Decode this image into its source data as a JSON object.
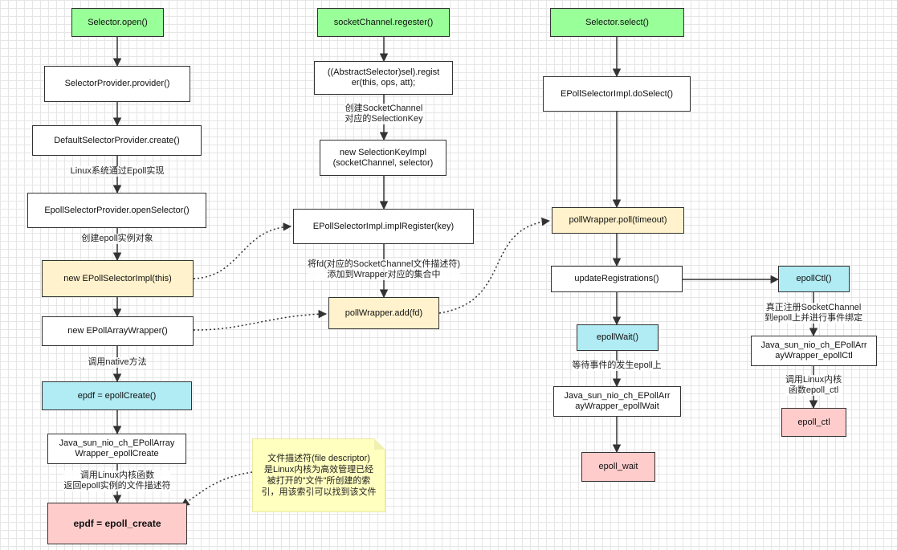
{
  "colors": {
    "start": "#99ff99",
    "plain": "#ffffff",
    "highlight": "#fff2cc",
    "native": "#b1ebf3",
    "kernel": "#ffcccc",
    "note": "#ffffc0",
    "line": "#333333"
  },
  "nodes": {
    "selector_open": "Selector.open()",
    "selector_provider": "SelectorProvider.provider()",
    "default_provider_create": "DefaultSelectorProvider.create()",
    "epoll_provider_open": "EpollSelectorProvider.openSelector()",
    "new_epoll_selector_impl": "new EPollSelectorImpl(this)",
    "new_epoll_array_wrapper": "new EPollArrayWrapper()",
    "epdf_epoll_create": "epdf = epollCreate()",
    "jni_epoll_create": "Java_sun_nio_ch_EPollArray\nWrapper_epollCreate",
    "epdf_kernel_create": "epdf = epoll_create",
    "socket_register": "socketChannel.regester()",
    "abstract_register": "((AbstractSelector)sel).regist\ner(this, ops, att);",
    "new_selection_key": "new SelectionKeyImpl\n(socketChannel, selector)",
    "impl_register": "EPollSelectorImpl.implRegister(key)",
    "wrapper_add": "pollWrapper.add(fd)",
    "selector_select": "Selector.select()",
    "do_select": "EPollSelectorImpl.doSelect()",
    "wrapper_poll": "pollWrapper.poll(timeout)",
    "update_registrations": "updateRegistrations()",
    "epoll_wait_call": "epollWait()",
    "jni_epoll_wait": "Java_sun_nio_ch_EPollArr\nayWrapper_epollWait",
    "kernel_epoll_wait": "epoll_wait",
    "epoll_ctl_call": "epollCtl()",
    "jni_epoll_ctl": "Java_sun_nio_ch_EPollArr\nayWrapper_epollCtl",
    "kernel_epoll_ctl": "epoll_ctl"
  },
  "edge_labels": {
    "linux_epoll_impl": "Linux系统通过Epoll实现",
    "create_epoll_instance": "创建epoll实例对象",
    "call_native": "调用native方法",
    "call_kernel_create": "调用Linux内核函数\n返回epoll实例的文件描述符",
    "create_selection_key": "创建SocketChannel\n对应的SelectionKey",
    "add_fd_to_wrapper": "将fd(对应的SocketChannel文件描述符)\n添加到Wrapper对应的集合中",
    "wait_event": "等待事件的发生epoll上",
    "register_to_epoll": "真正注册SocketChannel\n到epoll上并进行事件绑定",
    "call_kernel_ctl": "调用Linux内核\n函数epoll_ctl"
  },
  "note": {
    "text": "文件描述符(file descriptor)\n是Linux内核为高效管理已经\n被打开的\"文件\"所创建的索\n引，用该索引可以找到该文件"
  }
}
